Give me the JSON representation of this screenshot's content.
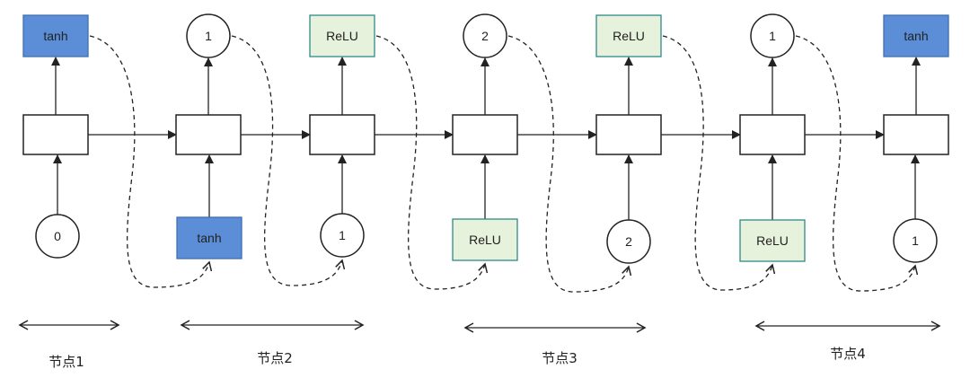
{
  "colors": {
    "blue_fill": "#5b8ed6",
    "blue_stroke": "#3f6fb0",
    "green_fill": "#e6f2dc",
    "green_stroke": "#2f8a8a",
    "line": "#222222"
  },
  "diagram": {
    "tops": [
      {
        "kind": "rect-blue",
        "text": "tanh"
      },
      {
        "kind": "circle",
        "text": "1"
      },
      {
        "kind": "rect-green",
        "text": "ReLU"
      },
      {
        "kind": "circle",
        "text": "2"
      },
      {
        "kind": "rect-green",
        "text": "ReLU"
      },
      {
        "kind": "circle",
        "text": "1"
      },
      {
        "kind": "rect-blue",
        "text": "tanh"
      }
    ],
    "bottoms": [
      {
        "kind": "circle",
        "text": "0"
      },
      {
        "kind": "rect-blue",
        "text": "tanh"
      },
      {
        "kind": "circle",
        "text": "1"
      },
      {
        "kind": "rect-green",
        "text": "ReLU"
      },
      {
        "kind": "circle",
        "text": "2"
      },
      {
        "kind": "rect-green",
        "text": "ReLU"
      },
      {
        "kind": "circle",
        "text": "1"
      }
    ],
    "segments": [
      "节点1",
      "节点2",
      "节点3",
      "节点4"
    ]
  }
}
